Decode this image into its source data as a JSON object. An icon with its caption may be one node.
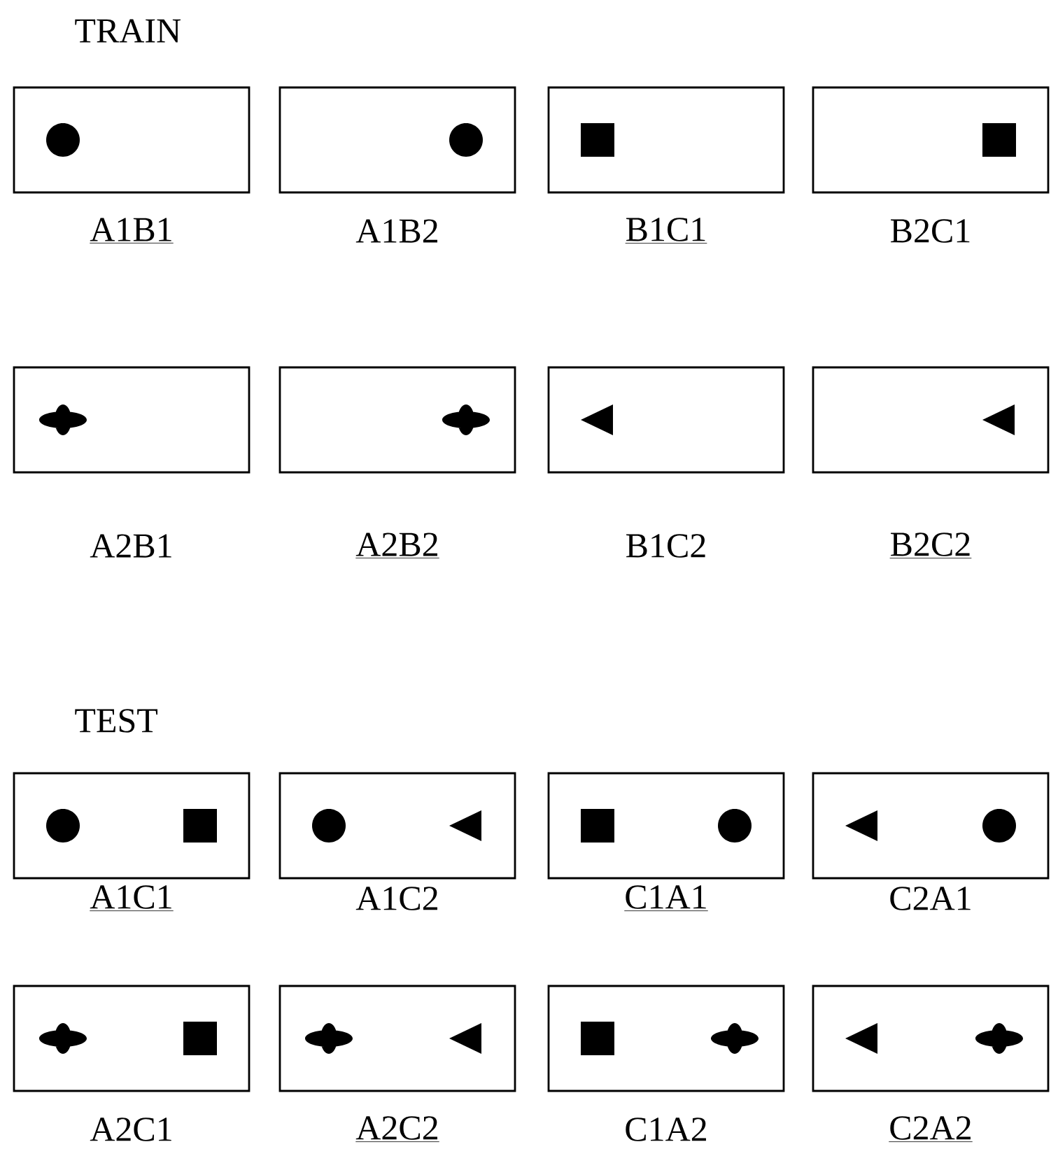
{
  "diagram": {
    "nodes": [
      {
        "text": [
          "A1B1"
        ]
      },
      {
        "text": [
          "A1B2"
        ]
      },
      {
        "text": [
          "B1C1"
        ]
      },
      {
        "text": [
          "B2C1"
        ]
      },
      {
        "text": [
          "A2B1"
        ]
      },
      {
        "text": [
          "A2B2"
        ]
      },
      {
        "text": [
          "B1C2"
        ]
      },
      {
        "text": [
          "B2C2"
        ]
      },
      {
        "text": [
          "A1C1"
        ]
      },
      {
        "text": [
          "A1C2"
        ]
      },
      {
        "text": [
          "C1A1"
        ]
      },
      {
        "text": [
          "C2A1"
        ]
      },
      {
        "text": [
          "A2C1"
        ]
      },
      {
        "text": [
          "A2C2"
        ]
      },
      {
        "text": [
          "C1A2"
        ]
      },
      {
        "text": [
          "C2A2"
        ]
      }
    ],
    "labels": [
      "TRAIN",
      "TEST"
    ]
  }
}
